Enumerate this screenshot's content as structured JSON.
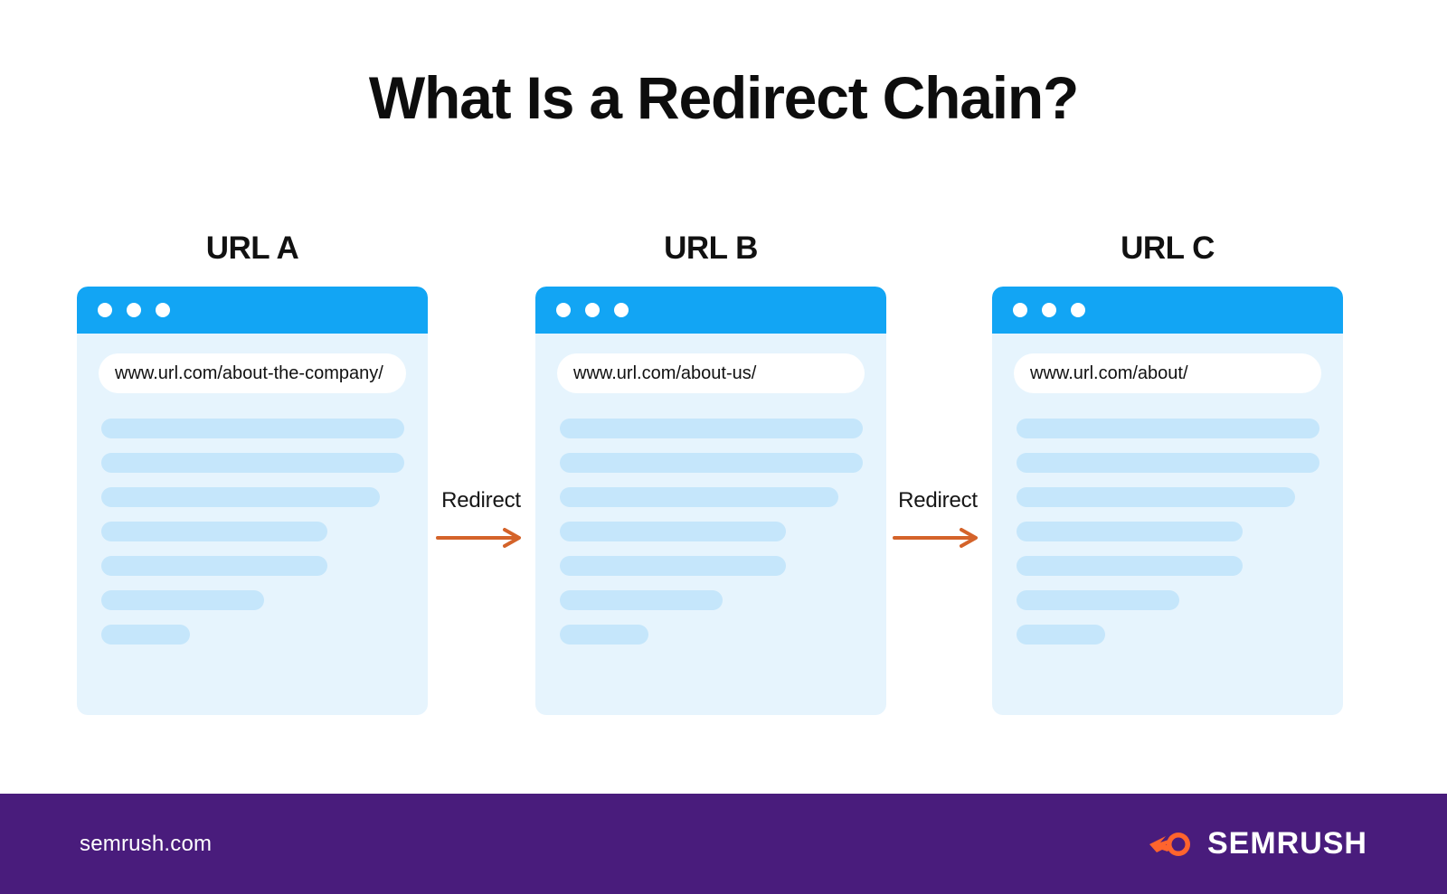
{
  "page": {
    "title": "What Is a Redirect Chain?",
    "background_color": "#ffffff"
  },
  "colors": {
    "title_bar_blue": "#12a5f4",
    "card_body_blue": "#e6f4fd",
    "placeholder_line_blue": "#c5e6fb",
    "arrow_orange": "#d4632a",
    "footer_purple": "#491c7c",
    "logo_orange": "#ff642d"
  },
  "cards": [
    {
      "label": "URL A",
      "url": "www.url.com/about-the-company/",
      "dots": [
        "window-dot",
        "window-dot",
        "window-dot"
      ],
      "line_widths": [
        335,
        335,
        308,
        250,
        250,
        180,
        98
      ]
    },
    {
      "label": "URL B",
      "url": "www.url.com/about-us/",
      "dots": [
        "window-dot",
        "window-dot",
        "window-dot"
      ],
      "line_widths": [
        335,
        335,
        308,
        250,
        250,
        180,
        98
      ]
    },
    {
      "label": "URL C",
      "url": "www.url.com/about/",
      "dots": [
        "window-dot",
        "window-dot",
        "window-dot"
      ],
      "line_widths": [
        335,
        335,
        308,
        250,
        250,
        180,
        98
      ]
    }
  ],
  "connectors": [
    {
      "label": "Redirect",
      "icon": "arrow-right-icon"
    },
    {
      "label": "Redirect",
      "icon": "arrow-right-icon"
    }
  ],
  "footer": {
    "site": "semrush.com",
    "brand_name": "SEMRUSH",
    "logo_icon": "semrush-comet-logo-icon"
  }
}
